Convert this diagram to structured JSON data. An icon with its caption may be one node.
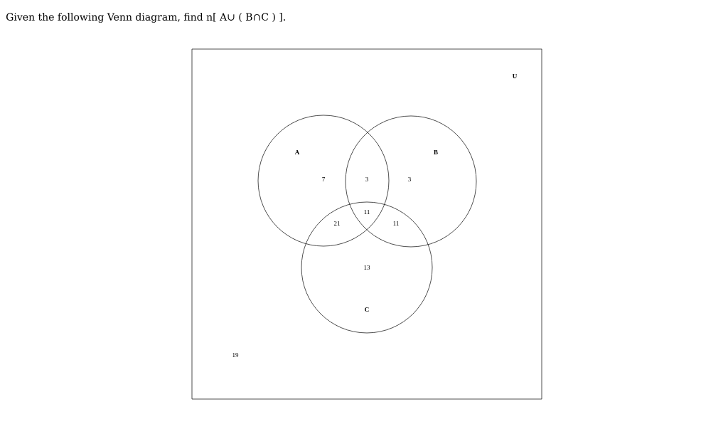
{
  "diagram": {
    "title": "Given the following Venn diagram, find  n[ A∪ ( B∩C ) ].",
    "nodes": [
      {
        "text": [
          "U"
        ]
      },
      {
        "text": [
          "A"
        ],
        "in": 0
      },
      {
        "text": [
          "B"
        ],
        "in": 0
      },
      {
        "text": [
          "C"
        ],
        "in": 0
      }
    ],
    "edges": [],
    "labels": [
      "7",
      "3",
      "3",
      "11",
      "21",
      "11",
      "13",
      "19"
    ]
  }
}
